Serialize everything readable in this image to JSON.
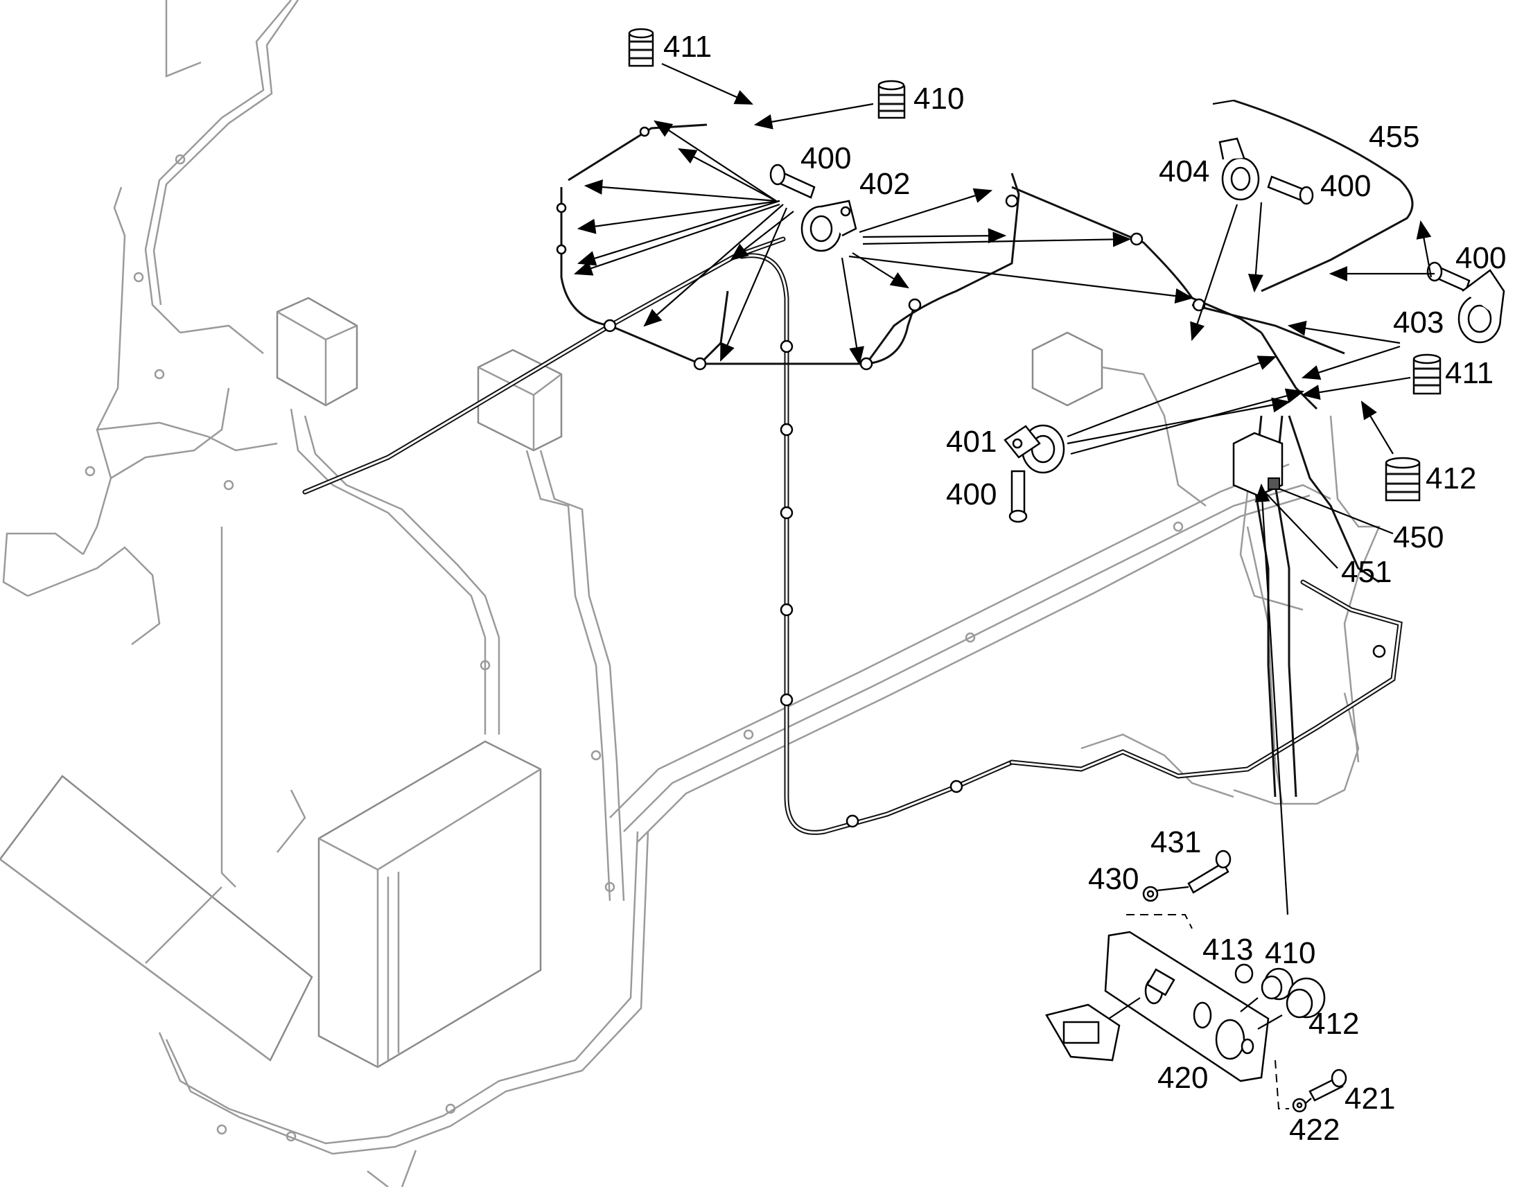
{
  "callouts": [
    {
      "id": "c411a",
      "text": "411"
    },
    {
      "id": "c410a",
      "text": "410"
    },
    {
      "id": "c400a",
      "text": "400"
    },
    {
      "id": "c402",
      "text": "402"
    },
    {
      "id": "c455",
      "text": "455"
    },
    {
      "id": "c404",
      "text": "404"
    },
    {
      "id": "c400b",
      "text": "400"
    },
    {
      "id": "c400c",
      "text": "400"
    },
    {
      "id": "c403",
      "text": "403"
    },
    {
      "id": "c411b",
      "text": "411"
    },
    {
      "id": "c401",
      "text": "401"
    },
    {
      "id": "c400d",
      "text": "400"
    },
    {
      "id": "c412a",
      "text": "412"
    },
    {
      "id": "c450",
      "text": "450"
    },
    {
      "id": "c451",
      "text": "451"
    },
    {
      "id": "c431",
      "text": "431"
    },
    {
      "id": "c430",
      "text": "430"
    },
    {
      "id": "c413",
      "text": "413"
    },
    {
      "id": "c410b",
      "text": "410"
    },
    {
      "id": "c412b",
      "text": "412"
    },
    {
      "id": "c420",
      "text": "420"
    },
    {
      "id": "c421",
      "text": "421"
    },
    {
      "id": "c422",
      "text": "422"
    }
  ],
  "colors": {
    "background": "#ffffff",
    "line": "#000000",
    "ghost": "#9a9a9a"
  }
}
